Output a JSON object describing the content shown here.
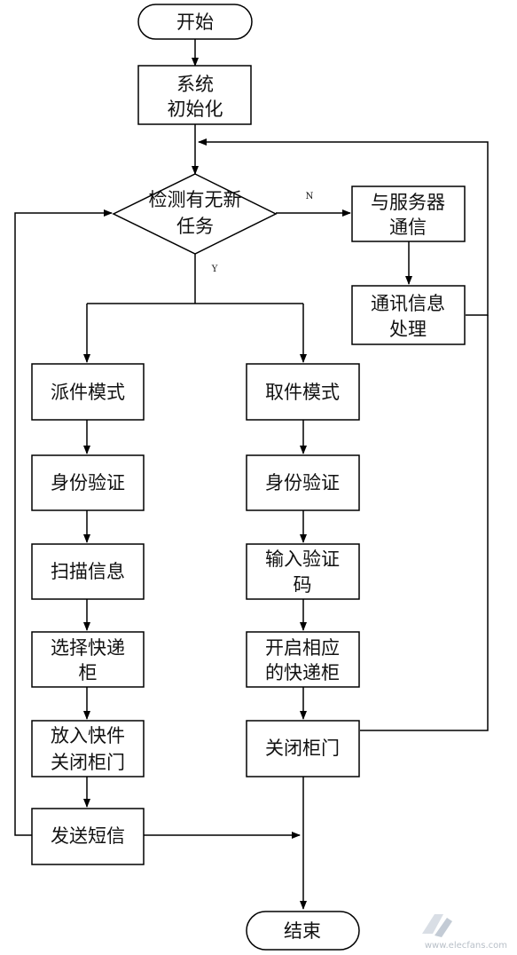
{
  "nodes": {
    "start": "开始",
    "init": [
      "系统",
      "初始化"
    ],
    "check": [
      "检测有无新",
      "任务"
    ],
    "server_comm": [
      "与服务器",
      "通信"
    ],
    "comm_process": [
      "通讯信息",
      "处理"
    ],
    "deliver_mode": "派件模式",
    "auth_left": "身份验证",
    "scan_info": "扫描信息",
    "choose_cabinet": [
      "选择快递",
      "柜"
    ],
    "put_close": [
      "放入快件",
      "关闭柜门"
    ],
    "send_sms": "发送短信",
    "pickup_mode": "取件模式",
    "auth_right": "身份验证",
    "input_code": [
      "输入验证",
      "码"
    ],
    "open_cabinet": [
      "开启相应",
      "的快递柜"
    ],
    "close_door": "关闭柜门",
    "end": "结束"
  },
  "edge_labels": {
    "no": "N",
    "yes": "Y"
  },
  "watermark": "www.elecfans.com",
  "colors": {
    "stroke": "#000000",
    "fill": "#ffffff"
  }
}
